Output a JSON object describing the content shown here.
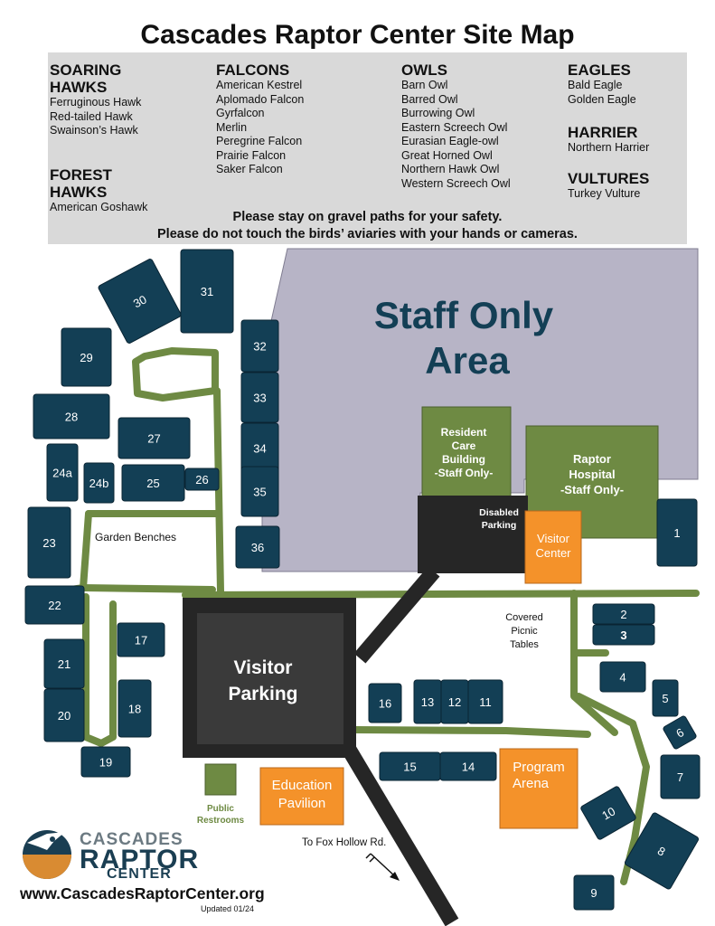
{
  "title": "Cascades Raptor Center Site Map",
  "legend": {
    "soaring_hawks": {
      "heading_1": "SOARING",
      "heading_2": "HAWKS",
      "items": [
        "Ferruginous Hawk",
        "Red-tailed Hawk",
        "Swainson’s Hawk"
      ]
    },
    "forest_hawks": {
      "heading_1": "FOREST",
      "heading_2": "HAWKS",
      "items": [
        "American Goshawk"
      ]
    },
    "falcons": {
      "heading": "FALCONS",
      "items": [
        "American Kestrel",
        "Aplomado Falcon",
        "Gyrfalcon",
        "Merlin",
        "Peregrine Falcon",
        "Prairie Falcon",
        "Saker Falcon"
      ]
    },
    "owls": {
      "heading": "OWLS",
      "items": [
        "Barn Owl",
        "Barred Owl",
        "Burrowing Owl",
        "Eastern Screech Owl",
        "Eurasian Eagle-owl",
        "Great Horned Owl",
        "Northern Hawk Owl",
        "Western Screech Owl"
      ]
    },
    "eagles": {
      "heading": "EAGLES",
      "items": [
        "Bald Eagle",
        "Golden Eagle"
      ]
    },
    "harrier": {
      "heading": "HARRIER",
      "items": [
        "Northern Harrier"
      ]
    },
    "vultures": {
      "heading": "VULTURES",
      "items": [
        "Turkey Vulture"
      ]
    },
    "notice_1": "Please stay on gravel paths for your safety.",
    "notice_2": "Please do not touch the birds’ aviaries with your hands or cameras."
  },
  "map": {
    "staff_only_1": "Staff Only",
    "staff_only_2": "Area",
    "resident_care": [
      "Resident",
      "Care",
      "Building",
      "-Staff Only-"
    ],
    "raptor_hospital": [
      "Raptor",
      "Hospital",
      "-Staff Only-"
    ],
    "disabled_parking": [
      "Disabled",
      "Parking"
    ],
    "visitor_center": [
      "Visitor",
      "Center"
    ],
    "visitor_parking": [
      "Visitor",
      "Parking"
    ],
    "education_pavilion": [
      "Education",
      "Pavilion"
    ],
    "program_arena": [
      "Program",
      "Arena"
    ],
    "public_restrooms": [
      "Public",
      "Restrooms"
    ],
    "garden_benches": "Garden Benches",
    "covered_picnic": [
      "Covered",
      "Picnic",
      "Tables"
    ],
    "to_fox_hollow": "To Fox Hollow Rd.",
    "enclosures": [
      "1",
      "2",
      "3",
      "4",
      "5",
      "6",
      "7",
      "8",
      "9",
      "10",
      "11",
      "12",
      "13",
      "14",
      "15",
      "16",
      "17",
      "18",
      "19",
      "20",
      "21",
      "22",
      "23",
      "24a",
      "24b",
      "25",
      "26",
      "27",
      "28",
      "29",
      "30",
      "31",
      "32",
      "33",
      "34",
      "35",
      "36"
    ]
  },
  "logo": {
    "line1": "CASCADES",
    "line2": "RAPTOR",
    "line3": "CENTER"
  },
  "website": "www.CascadesRaptorCenter.org",
  "updated": "Updated 01/24",
  "colors": {
    "navy": "#133f55",
    "green": "#6e8a43",
    "orange": "#f4922a",
    "staff_area": "#b7b4c6",
    "dark": "#262626"
  }
}
